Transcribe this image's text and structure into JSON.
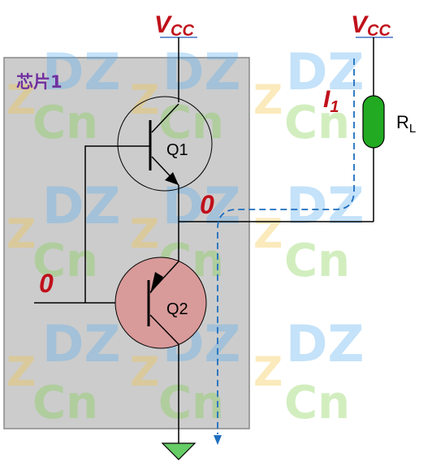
{
  "chip": {
    "label": "芯片1"
  },
  "supply_left": {
    "main": "V",
    "sub": "CC"
  },
  "supply_right": {
    "main": "V",
    "sub": "CC"
  },
  "current": {
    "main": "I",
    "sub": "1"
  },
  "load": {
    "main": "R",
    "sub": "L"
  },
  "transistor_top": {
    "label": "Q1"
  },
  "transistor_bottom": {
    "label": "Q2"
  },
  "output_level": "0",
  "input_level": "0",
  "colors": {
    "chip_bg": "#cccccc",
    "chip_border": "#888888",
    "label_red": "#c0101a",
    "chip_label": "#7030a0",
    "q2_fill": "#d99a9a",
    "load_fill": "#22aa22",
    "current_path": "#1f6fbf",
    "ground_fill": "#66cc66"
  }
}
